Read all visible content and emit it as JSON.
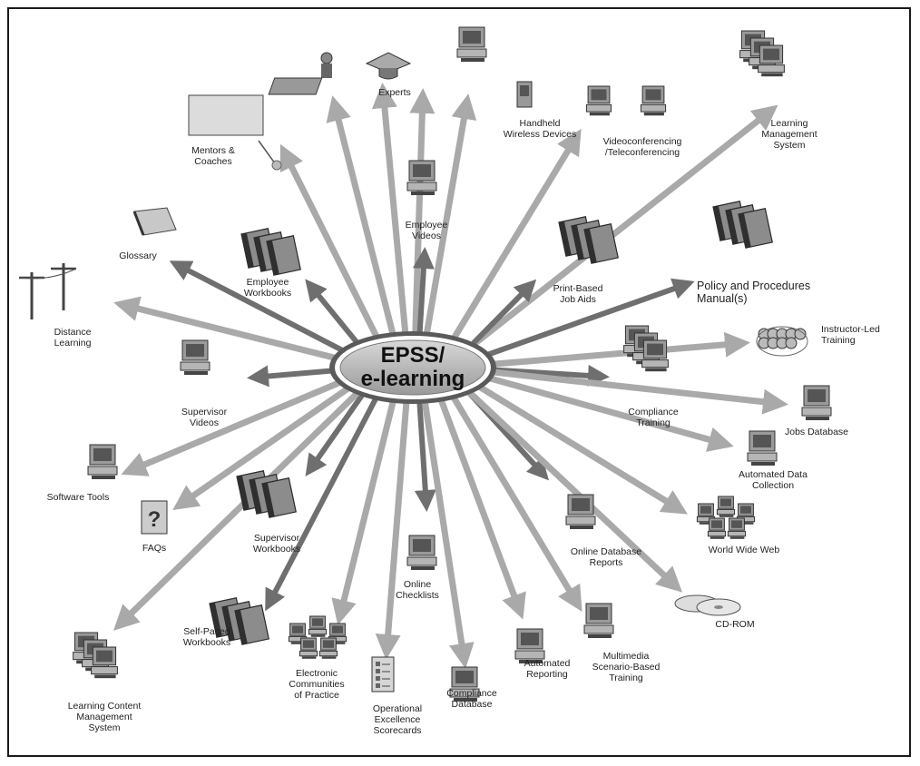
{
  "hub": {
    "label": "EPSS/\ne-learning"
  },
  "nodes": [
    {
      "id": "mentors",
      "label": "Mentors &\nCoaches",
      "icon": "whiteboard-icon"
    },
    {
      "id": "expert-figure",
      "label": "",
      "icon": "expert-figure-icon"
    },
    {
      "id": "experts",
      "label": "Experts",
      "icon": "graduation-cap-icon"
    },
    {
      "id": "computer-top",
      "label": "",
      "icon": "computer-icon"
    },
    {
      "id": "handheld",
      "label": "Handheld\nWireless Devices",
      "icon": "handheld-device-icon"
    },
    {
      "id": "videoconf",
      "label": "Videoconferencing\n/Teleconferencing",
      "icon": "computer-pair-icon"
    },
    {
      "id": "lms",
      "label": "Learning\nManagement\nSystem",
      "icon": "computer-stack-icon"
    },
    {
      "id": "employee-videos",
      "label": "Employee\nVideos",
      "icon": "computer-icon"
    },
    {
      "id": "glossary",
      "label": "Glossary",
      "icon": "book-icon"
    },
    {
      "id": "employee-workbooks",
      "label": "Employee\nWorkbooks",
      "icon": "binders-icon"
    },
    {
      "id": "print-job-aids",
      "label": "Print-Based\nJob Aids",
      "icon": "binders-icon"
    },
    {
      "id": "policy-manuals",
      "label": "Policy and Procedures\nManual(s)",
      "icon": "binders-icon"
    },
    {
      "id": "distance-learning",
      "label": "Distance\nLearning",
      "icon": "utility-pole-icon"
    },
    {
      "id": "instructor-led",
      "label": "Instructor-Led\nTraining",
      "icon": "people-crowd-icon"
    },
    {
      "id": "supervisor-videos",
      "label": "Supervisor\nVideos",
      "icon": "computer-icon"
    },
    {
      "id": "compliance-training",
      "label": "Compliance\nTraining",
      "icon": "computer-stack-icon"
    },
    {
      "id": "jobs-database",
      "label": "Jobs Database",
      "icon": "computer-icon"
    },
    {
      "id": "automated-data",
      "label": "Automated Data\nCollection",
      "icon": "computer-icon"
    },
    {
      "id": "software-tools",
      "label": "Software Tools",
      "icon": "computer-icon"
    },
    {
      "id": "faqs",
      "label": "FAQs",
      "icon": "question-icon"
    },
    {
      "id": "supervisor-workbooks",
      "label": "Supervisor\nWorkbooks",
      "icon": "binders-icon"
    },
    {
      "id": "online-db-reports",
      "label": "Online Database\nReports",
      "icon": "computer-icon"
    },
    {
      "id": "www",
      "label": "World Wide Web",
      "icon": "network-icon"
    },
    {
      "id": "online-checklists",
      "label": "Online\nChecklists",
      "icon": "computer-icon"
    },
    {
      "id": "cd-rom",
      "label": "CD-ROM",
      "icon": "cd-icon"
    },
    {
      "id": "lcms",
      "label": "Learning Content\nManagement\nSystem",
      "icon": "computer-stack-icon"
    },
    {
      "id": "self-paced",
      "label": "Self-Paced\nWorkbooks",
      "icon": "binders-icon"
    },
    {
      "id": "communities",
      "label": "Electronic\nCommunities\nof Practice",
      "icon": "network-icon"
    },
    {
      "id": "scorecards",
      "label": "Operational\nExcellence\nScorecards",
      "icon": "checklist-icon"
    },
    {
      "id": "compliance-db",
      "label": "Compliance\nDatabase",
      "icon": "computer-icon"
    },
    {
      "id": "automated-reporting",
      "label": "Automated\nReporting",
      "icon": "computer-icon"
    },
    {
      "id": "multimedia",
      "label": "Multimedia\nScenario-Based\nTraining",
      "icon": "computer-icon"
    }
  ]
}
